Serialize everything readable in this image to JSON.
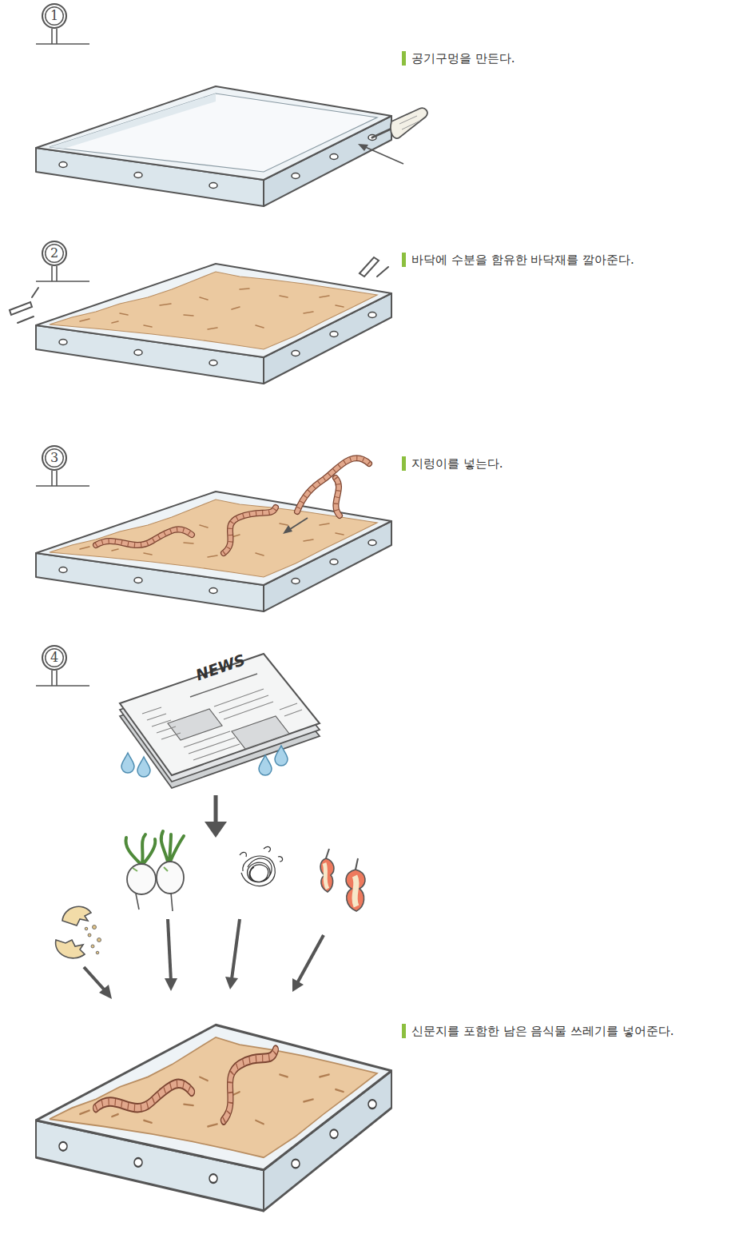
{
  "diagram": {
    "nodes": [
      {
        "text": [
          "1"
        ]
      },
      {
        "text": [
          "2"
        ]
      },
      {
        "text": [
          "3"
        ]
      },
      {
        "text": [
          "4"
        ]
      }
    ],
    "labels": [
      "공기구멍을 만든다.",
      "바닥에 수분을 함유한 바닥재를 깔아준다.",
      "지렁이를 넣는다.",
      "신문지를 포함한 남은 음식물 쓰레기를 넣어준다.",
      "NEWS"
    ]
  }
}
